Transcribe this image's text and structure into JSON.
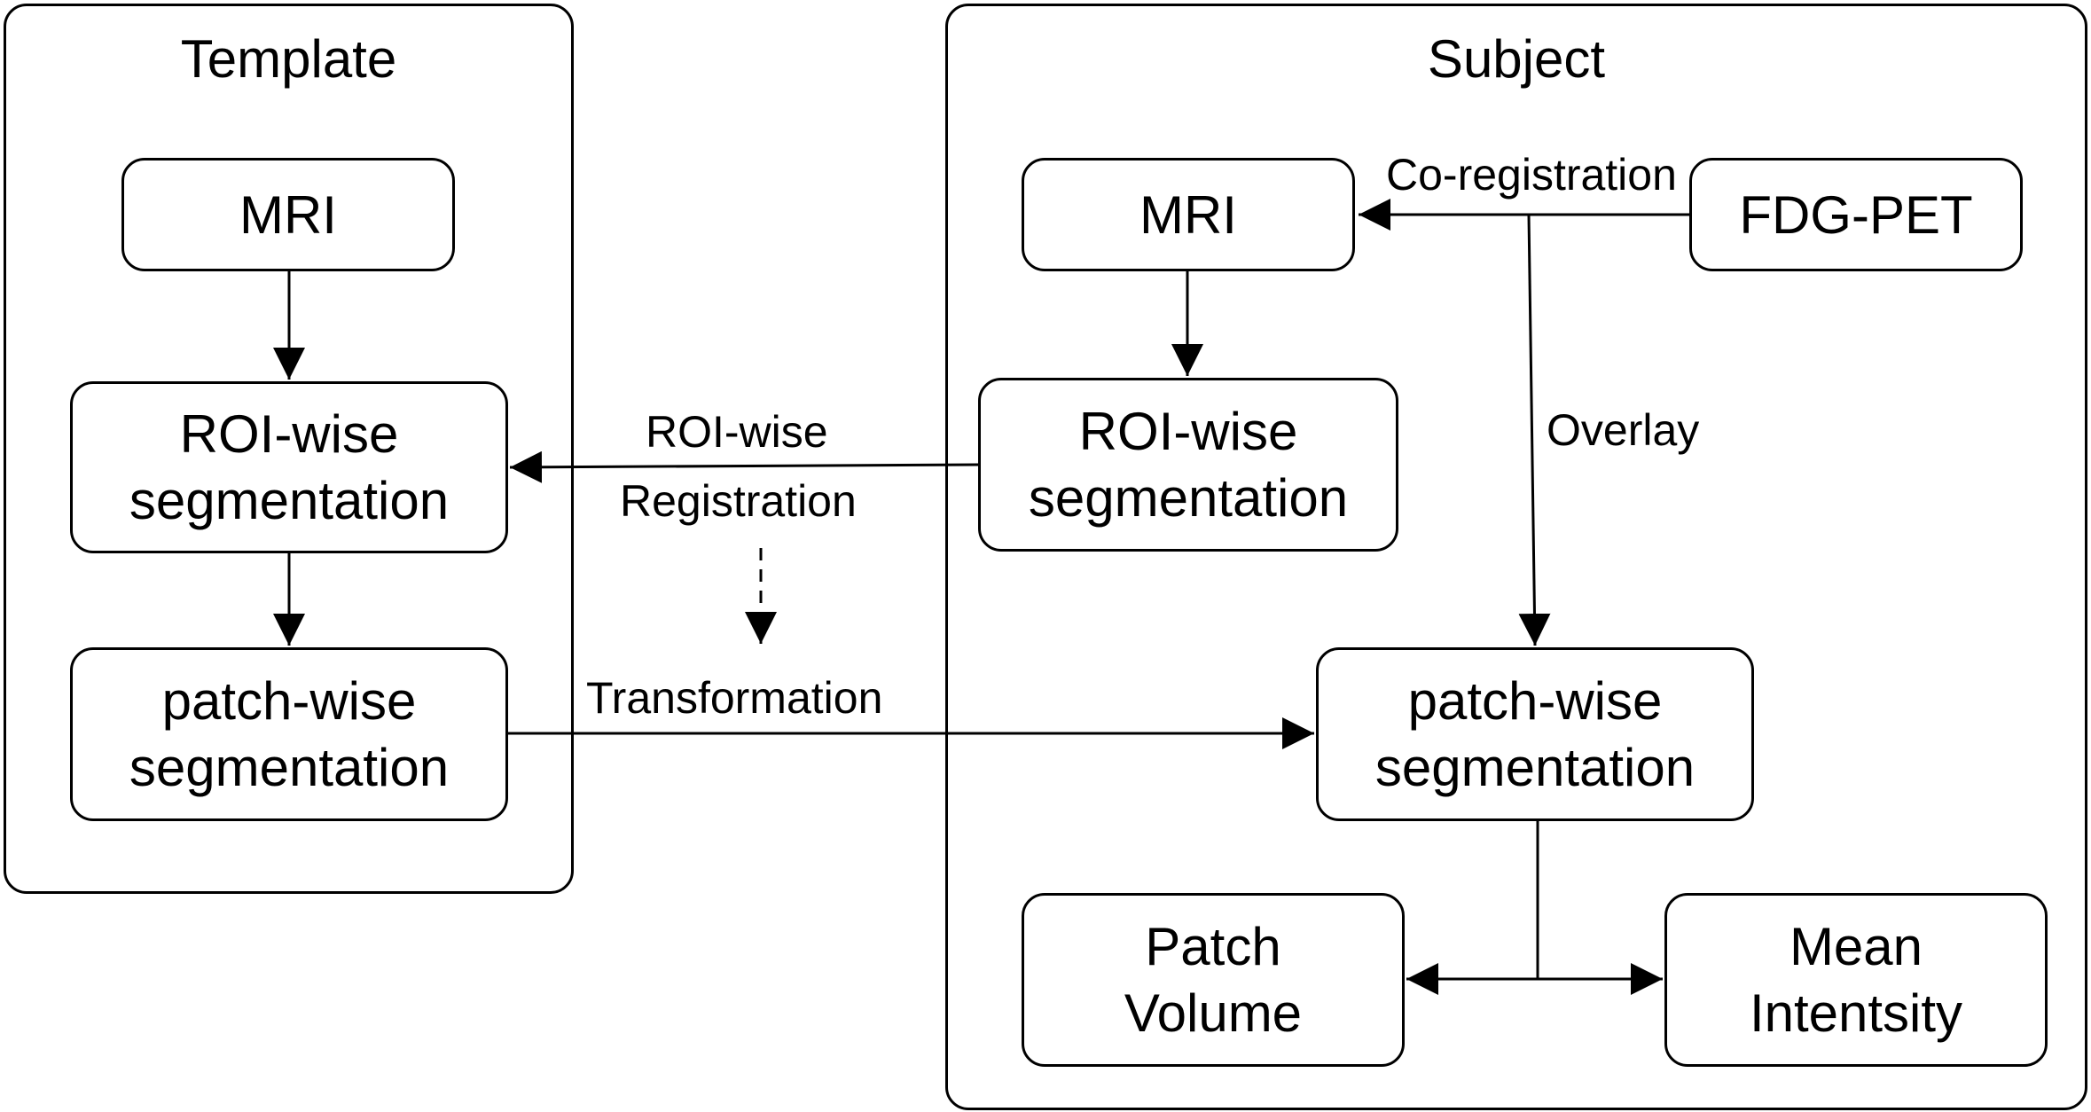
{
  "template_panel": {
    "title": "Template",
    "mri": "MRI",
    "roi_seg": [
      "ROI-wise",
      "segmentation"
    ],
    "patch_seg": [
      "patch-wise",
      "segmentation"
    ]
  },
  "subject_panel": {
    "title": "Subject",
    "mri": "MRI",
    "fdg_pet": "FDG-PET",
    "roi_seg": [
      "ROI-wise",
      "segmentation"
    ],
    "patch_seg": [
      "patch-wise",
      "segmentation"
    ],
    "patch_volume": [
      "Patch",
      "Volume"
    ],
    "mean_intensity": [
      "Mean",
      "Intentsity"
    ]
  },
  "edge_labels": {
    "co_registration": "Co-registration",
    "overlay": "Overlay",
    "roi_registration": [
      "ROI-wise",
      "Registration"
    ],
    "transformation": "Transformation"
  },
  "colors": {
    "stroke": "#000000",
    "background": "#ffffff"
  }
}
